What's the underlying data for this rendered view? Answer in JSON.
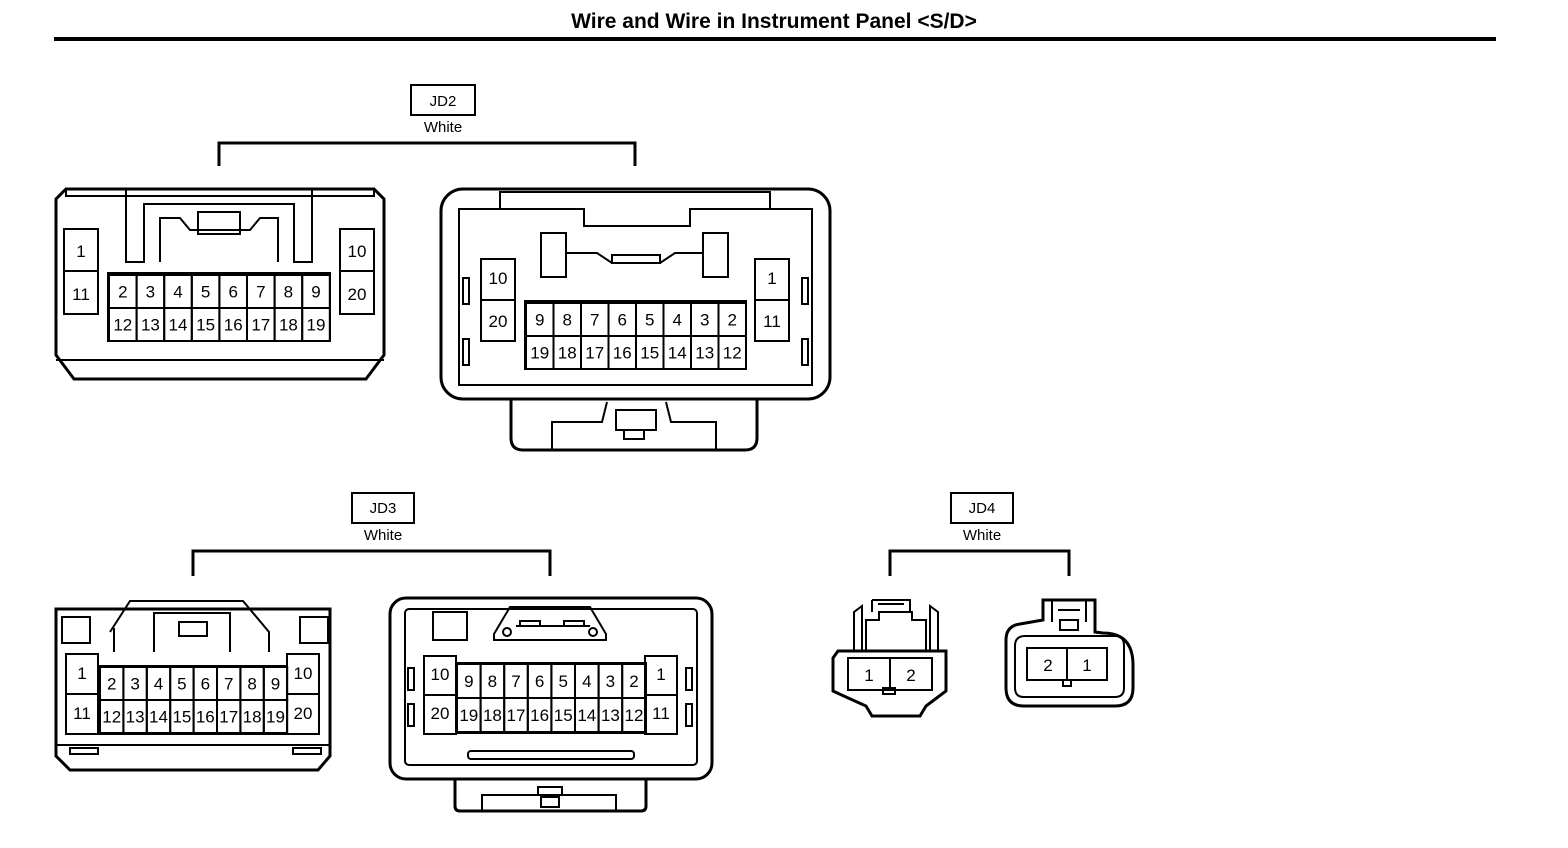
{
  "title": "Wire and Wire in Instrument Panel <S/D>",
  "connectors": [
    {
      "id": "JD2",
      "color": "White"
    },
    {
      "id": "JD3",
      "color": "White"
    },
    {
      "id": "JD4",
      "color": "White"
    }
  ],
  "pins": {
    "jd2_a_top": [
      "2",
      "3",
      "4",
      "5",
      "6",
      "7",
      "8",
      "9"
    ],
    "jd2_a_bot": [
      "12",
      "13",
      "14",
      "15",
      "16",
      "17",
      "18",
      "19"
    ],
    "jd2_b_top": [
      "9",
      "8",
      "7",
      "6",
      "5",
      "4",
      "3",
      "2"
    ],
    "jd2_b_bot": [
      "19",
      "18",
      "17",
      "16",
      "15",
      "14",
      "13",
      "12"
    ],
    "jd3_a_top": [
      "2",
      "3",
      "4",
      "5",
      "6",
      "7",
      "8",
      "9"
    ],
    "jd3_a_bot": [
      "12",
      "13",
      "14",
      "15",
      "16",
      "17",
      "18",
      "19"
    ],
    "jd3_b_top": [
      "9",
      "8",
      "7",
      "6",
      "5",
      "4",
      "3",
      "2"
    ],
    "jd3_b_bot": [
      "19",
      "18",
      "17",
      "16",
      "15",
      "14",
      "13",
      "12"
    ],
    "side_1": "1",
    "side_11": "11",
    "side_10": "10",
    "side_20": "20",
    "jd4_a": [
      "1",
      "2"
    ],
    "jd4_b": [
      "2",
      "1"
    ]
  }
}
